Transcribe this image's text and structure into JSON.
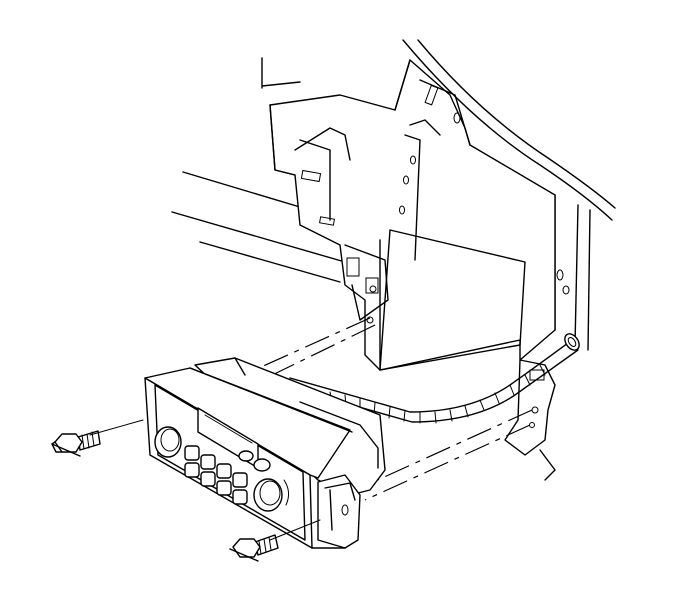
{
  "figure": {
    "background": "#ffffff",
    "line_color": "#000000",
    "parts": [
      "instrument-panel-carrier",
      "hvac-duct",
      "climate-control-module",
      "mounting-bolt-upper",
      "mounting-bolt-lower",
      "vacuum-hose-harness",
      "alignment-guides"
    ]
  }
}
